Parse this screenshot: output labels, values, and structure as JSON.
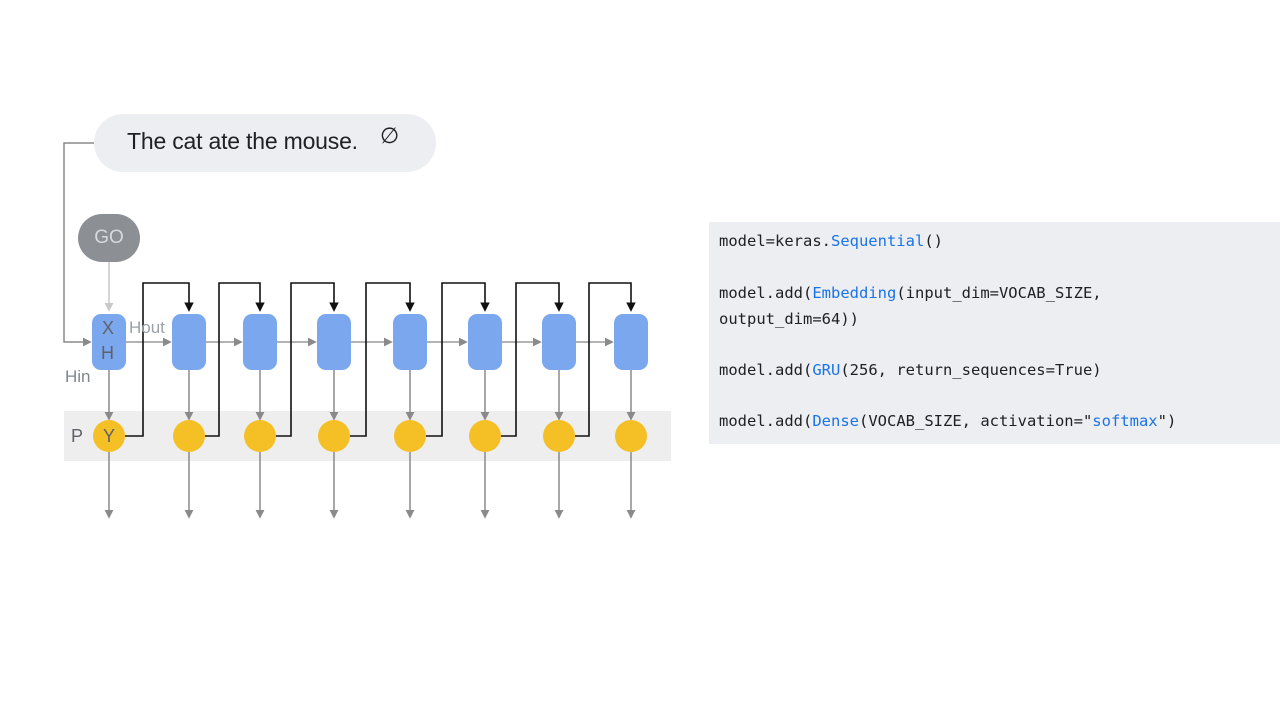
{
  "diagram": {
    "sentence": "The cat ate the mouse.",
    "end_symbol": "∅",
    "go_token": "GO",
    "cell_labels": {
      "x": "X",
      "h": "H",
      "hout": "Hout",
      "hin": "Hin",
      "p": "P",
      "y": "Y"
    },
    "timesteps": 8,
    "colors": {
      "cell": "#7aa7ee",
      "output_node": "#f5c026",
      "output_band": "#eeeeef",
      "bubble": "#edeef1",
      "go_bubble": "#8c8f93"
    }
  },
  "code": {
    "line1": {
      "pre": "model=keras.",
      "kw": "Sequential",
      "post": "()"
    },
    "line2a": {
      "pre": "model.add(",
      "kw": "Embedding",
      "post": "(input_dim=VOCAB_SIZE,"
    },
    "line2b": "output_dim=64))",
    "line3": {
      "pre": "model.add(",
      "kw": "GRU",
      "post": "(256, return_sequences=True)"
    },
    "line4": {
      "pre": "model.add(",
      "kw": "Dense",
      "mid": "(VOCAB_SIZE, activation=\"",
      "kw2": "softmax",
      "post": "\")"
    },
    "colors": {
      "keyword": "#1a73e8",
      "panel": "#edeef1"
    }
  }
}
